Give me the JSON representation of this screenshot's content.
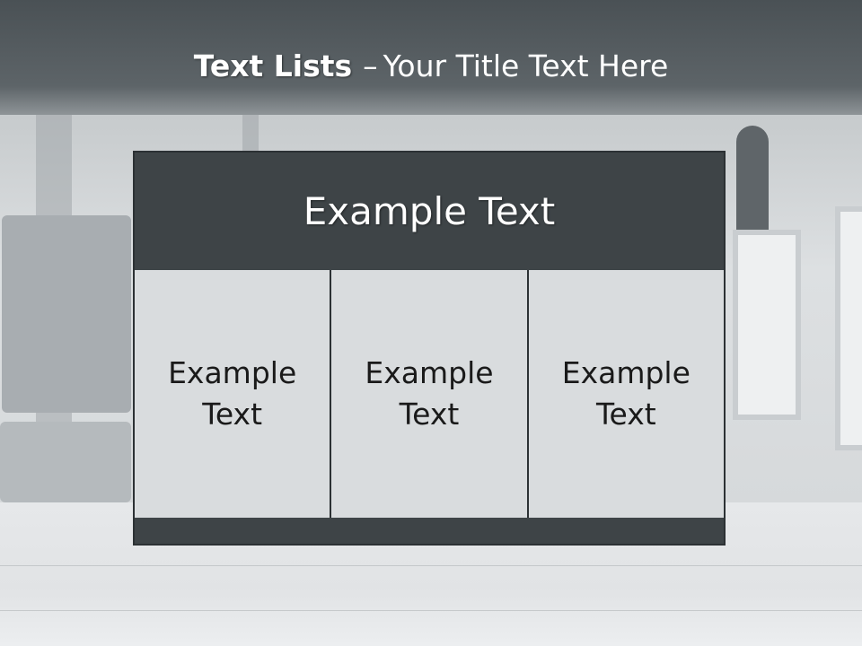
{
  "slide": {
    "title_bold": "Text Lists",
    "title_separator": "–",
    "title_rest": "Your Title Text Here"
  },
  "panel": {
    "header_text": "Example Text",
    "cells": [
      {
        "text": "Example Text"
      },
      {
        "text": "Example Text"
      },
      {
        "text": "Example Text"
      }
    ]
  },
  "colors": {
    "header_band": "#525a5e",
    "panel_dark": "#3e4447",
    "cell_fill": "#d9dcde",
    "border": "#2c3134"
  }
}
